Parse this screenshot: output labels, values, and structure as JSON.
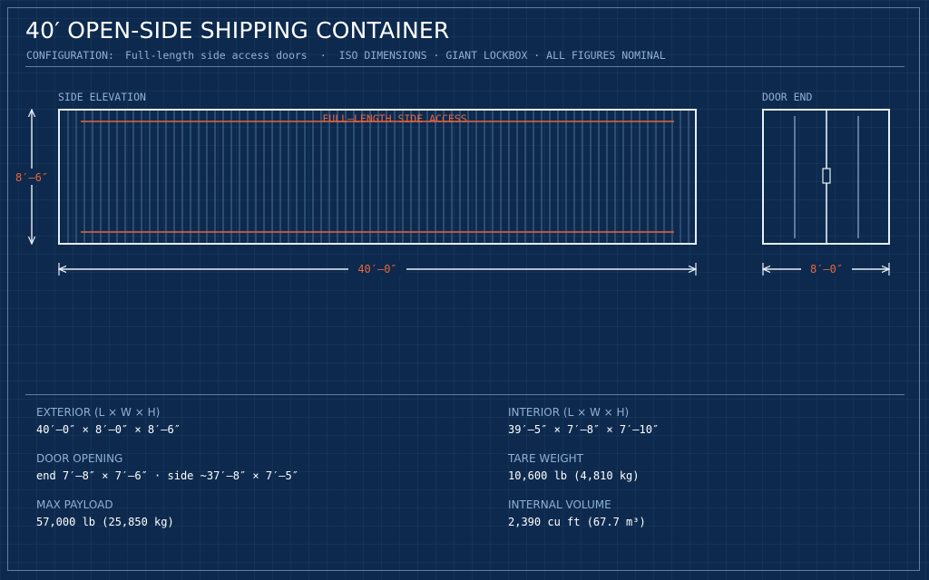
{
  "header": {
    "title": "40′ OPEN-SIDE SHIPPING CONTAINER",
    "config_label": "CONFIGURATION:",
    "config_value": "Full-length side access doors",
    "separator": "·",
    "notes": "ISO DIMENSIONS · GIANT LOCKBOX · ALL FIGURES NOMINAL"
  },
  "side_elevation": {
    "label": "SIDE ELEVATION",
    "access_label": "FULL–LENGTH SIDE ACCESS",
    "height_dim": "8′–6″",
    "length_dim": "40′–0″"
  },
  "door_end": {
    "label": "DOOR END",
    "width_dim": "8′–0″"
  },
  "specs": [
    {
      "label": "EXTERIOR (L × W × H)",
      "value": "40′–0″ × 8′–0″ × 8′–6″"
    },
    {
      "label": "INTERIOR (L × W × H)",
      "value": "39′–5″ × 7′–8″ × 7′–10″"
    },
    {
      "label": "DOOR OPENING",
      "value": "end 7′–8″ × 7′–6″ · side ~37′–8″ × 7′–5″"
    },
    {
      "label": "TARE WEIGHT",
      "value": "10,600 lb (4,810 kg)"
    },
    {
      "label": "MAX PAYLOAD",
      "value": "57,000 lb (25,850 kg)"
    },
    {
      "label": "INTERNAL VOLUME",
      "value": "2,390 cu ft (67.7 m³)"
    }
  ],
  "colors": {
    "background": "#0d2a4e",
    "line": "#e8eef6",
    "accent": "#e8643c",
    "muted_text": "#8fb0d3"
  }
}
